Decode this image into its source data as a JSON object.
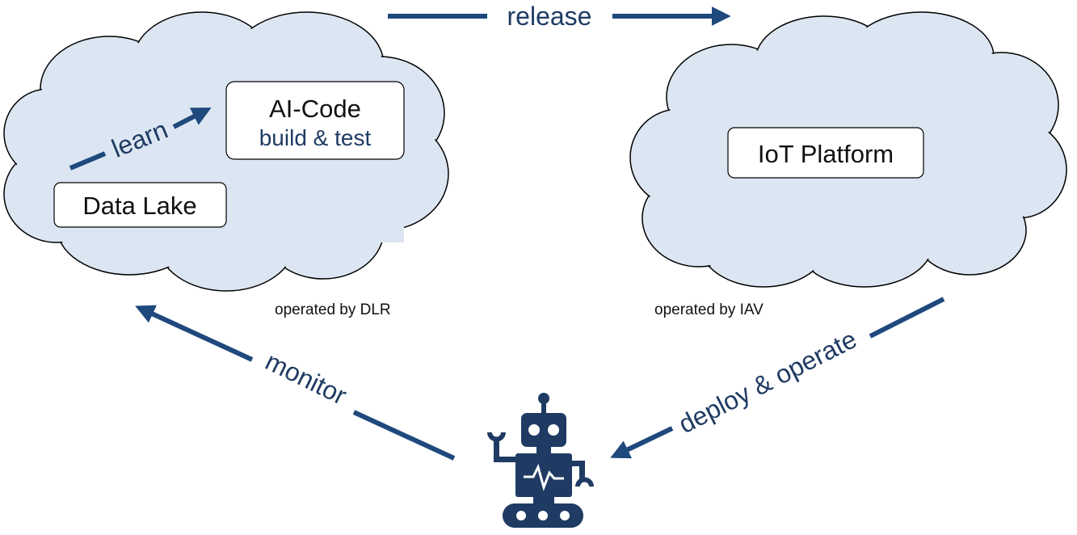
{
  "colors": {
    "cloud_fill": "#dce6f2",
    "cloud_stroke": "#000000",
    "arrow": "#1f497d",
    "robot": "#1f3b63",
    "box_fill": "#ffffff"
  },
  "left_cloud": {
    "caption": "operated by DLR",
    "data_lake": "Data Lake",
    "ai_code": {
      "title": "AI-Code",
      "subtitle": "build & test"
    },
    "learn_label": "learn"
  },
  "right_cloud": {
    "caption": "operated by IAV",
    "iot_platform": "IoT Platform"
  },
  "flows": {
    "release": "release",
    "monitor": "monitor",
    "deploy": "deploy & operate"
  },
  "robot": {
    "icon": "robot-icon"
  }
}
